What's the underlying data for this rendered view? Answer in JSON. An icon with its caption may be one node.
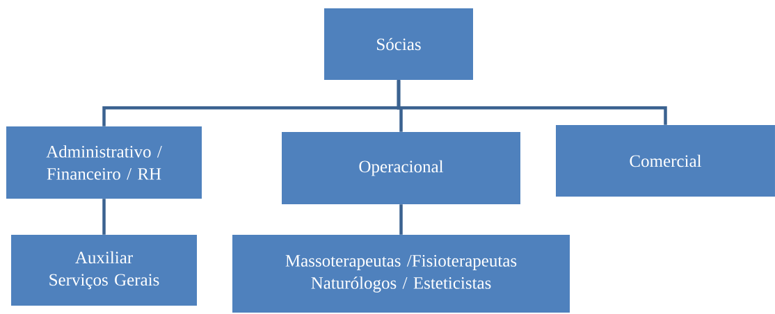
{
  "diagram": {
    "nodes": [
      {
        "text": [
          "Sócias"
        ]
      },
      {
        "text": [
          "Administrativo / Financeiro / RH"
        ]
      },
      {
        "text": [
          "Operacional"
        ]
      },
      {
        "text": [
          "Comercial"
        ]
      },
      {
        "text": [
          "Auxiliar Serviços Gerais"
        ]
      },
      {
        "text": [
          "Massoterapeutas /Fisioterapeutas Naturólogos / Esteticistas"
        ]
      }
    ],
    "edges": [
      {
        "from": 0,
        "to": 1,
        "arrow": "none"
      },
      {
        "from": 0,
        "to": 2,
        "arrow": "none"
      },
      {
        "from": 0,
        "to": 3,
        "arrow": "none"
      },
      {
        "from": 1,
        "to": 4,
        "arrow": "none"
      },
      {
        "from": 2,
        "to": 5,
        "arrow": "none"
      }
    ]
  }
}
